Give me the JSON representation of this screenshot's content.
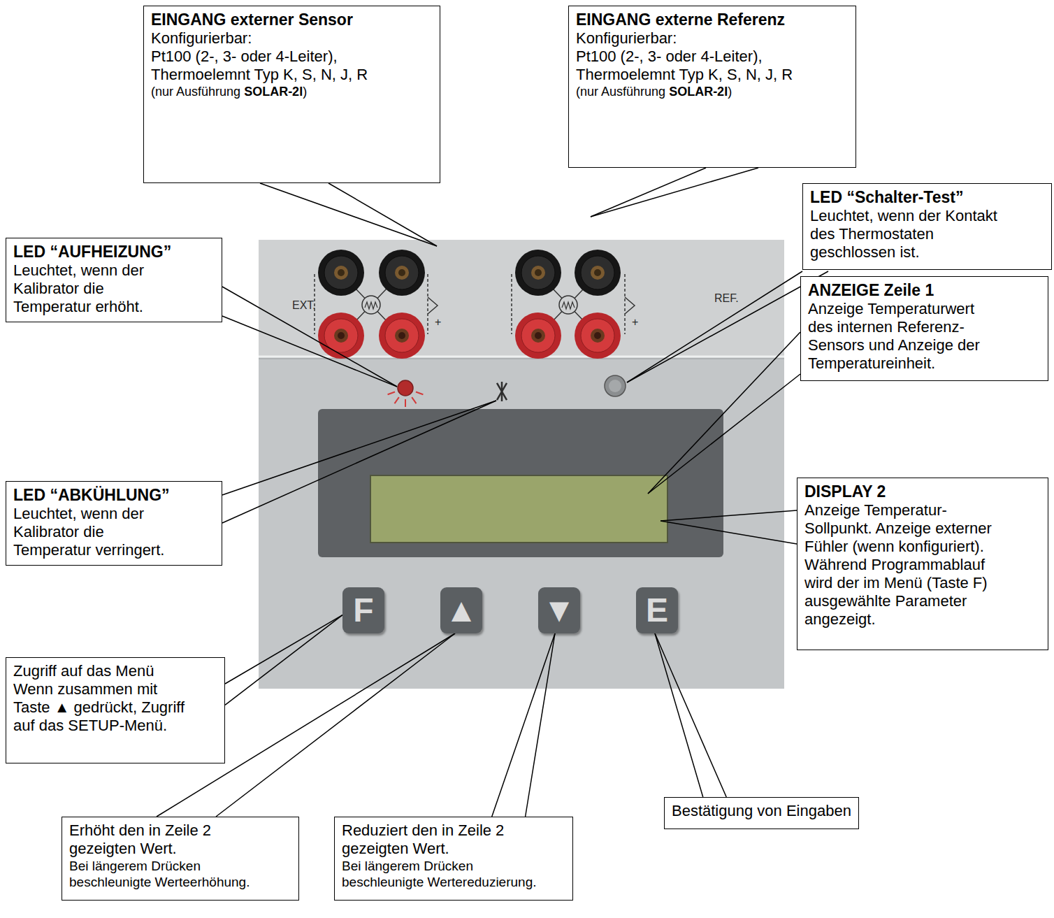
{
  "diagram": {
    "nodes": [
      {
        "text": [
          "EINGANG externer Sensor",
          "Konfigurierbar:",
          "Pt100 (2-, 3- oder 4-Leiter), Thermoelemnt Typ K, S, N, J, R",
          "(nur Ausführung",
          "SOLAR-2I",
          ")"
        ]
      },
      {
        "text": [
          "EINGANG externe Referenz",
          "Konfigurierbar:",
          "Pt100 (2-, 3- oder 4-Leiter), Thermoelemnt Typ K, S, N, J, R",
          "(nur Ausführung",
          "SOLAR-2I",
          ")"
        ]
      },
      {
        "text": [
          "LED “Schalter-Test”",
          "Leuchtet, wenn der Kontakt des Thermostaten geschlossen ist."
        ]
      },
      {
        "text": [
          "LED “AUFHEIZUNG”",
          "Leuchtet, wenn der Kalibrator die Temperatur erhöht."
        ]
      },
      {
        "text": [
          "ANZEIGE Zeile 1",
          "Anzeige Temperaturwert des internen Referenz-Sensors und Anzeige der Temperatureinheit."
        ]
      },
      {
        "text": [
          "LED “ABKÜHLUNG”",
          "Leuchtet, wenn der Kalibrator die Temperatur verringert."
        ]
      },
      {
        "text": [
          "DISPLAY 2",
          "Anzeige Temperatur-Sollpunkt. Anzeige externer Fühler (wenn konfiguriert). Während Programmablauf wird der im Menü (Taste F) ausgewählte Parameter angezeigt."
        ]
      },
      {
        "text": [
          "Zugriff auf das Menü",
          "Wenn zusammen mit Taste ▲ gedrückt, Zugriff auf das SETUP-Menü."
        ]
      },
      {
        "text": [
          "Erhöht den in Zeile 2 gezeigten Wert.",
          "Bei längerem Drücken beschleunigte Werteerhöhung."
        ]
      },
      {
        "text": [
          "Reduziert den in Zeile 2 gezeigten Wert.",
          "Bei längerem Drücken beschleunigte Wertereduzierung."
        ]
      },
      {
        "text": [
          "Bestätigung von Eingaben"
        ]
      },
      {
        "text": [
          "EXT.",
          "REF.",
          "+",
          "+"
        ]
      },
      {
        "text": [
          "F"
        ],
        "in": 11
      },
      {
        "text": [
          "▲"
        ],
        "in": 11
      },
      {
        "text": [
          "▼"
        ],
        "in": 11
      },
      {
        "text": [
          "E"
        ],
        "in": 11
      }
    ],
    "edges": [
      {
        "from": 7,
        "to": 12,
        "arrow": "none"
      },
      {
        "from": 8,
        "to": 13,
        "arrow": "none"
      },
      {
        "from": 9,
        "to": 14,
        "arrow": "none"
      },
      {
        "from": 10,
        "to": 15,
        "arrow": "none"
      }
    ]
  }
}
